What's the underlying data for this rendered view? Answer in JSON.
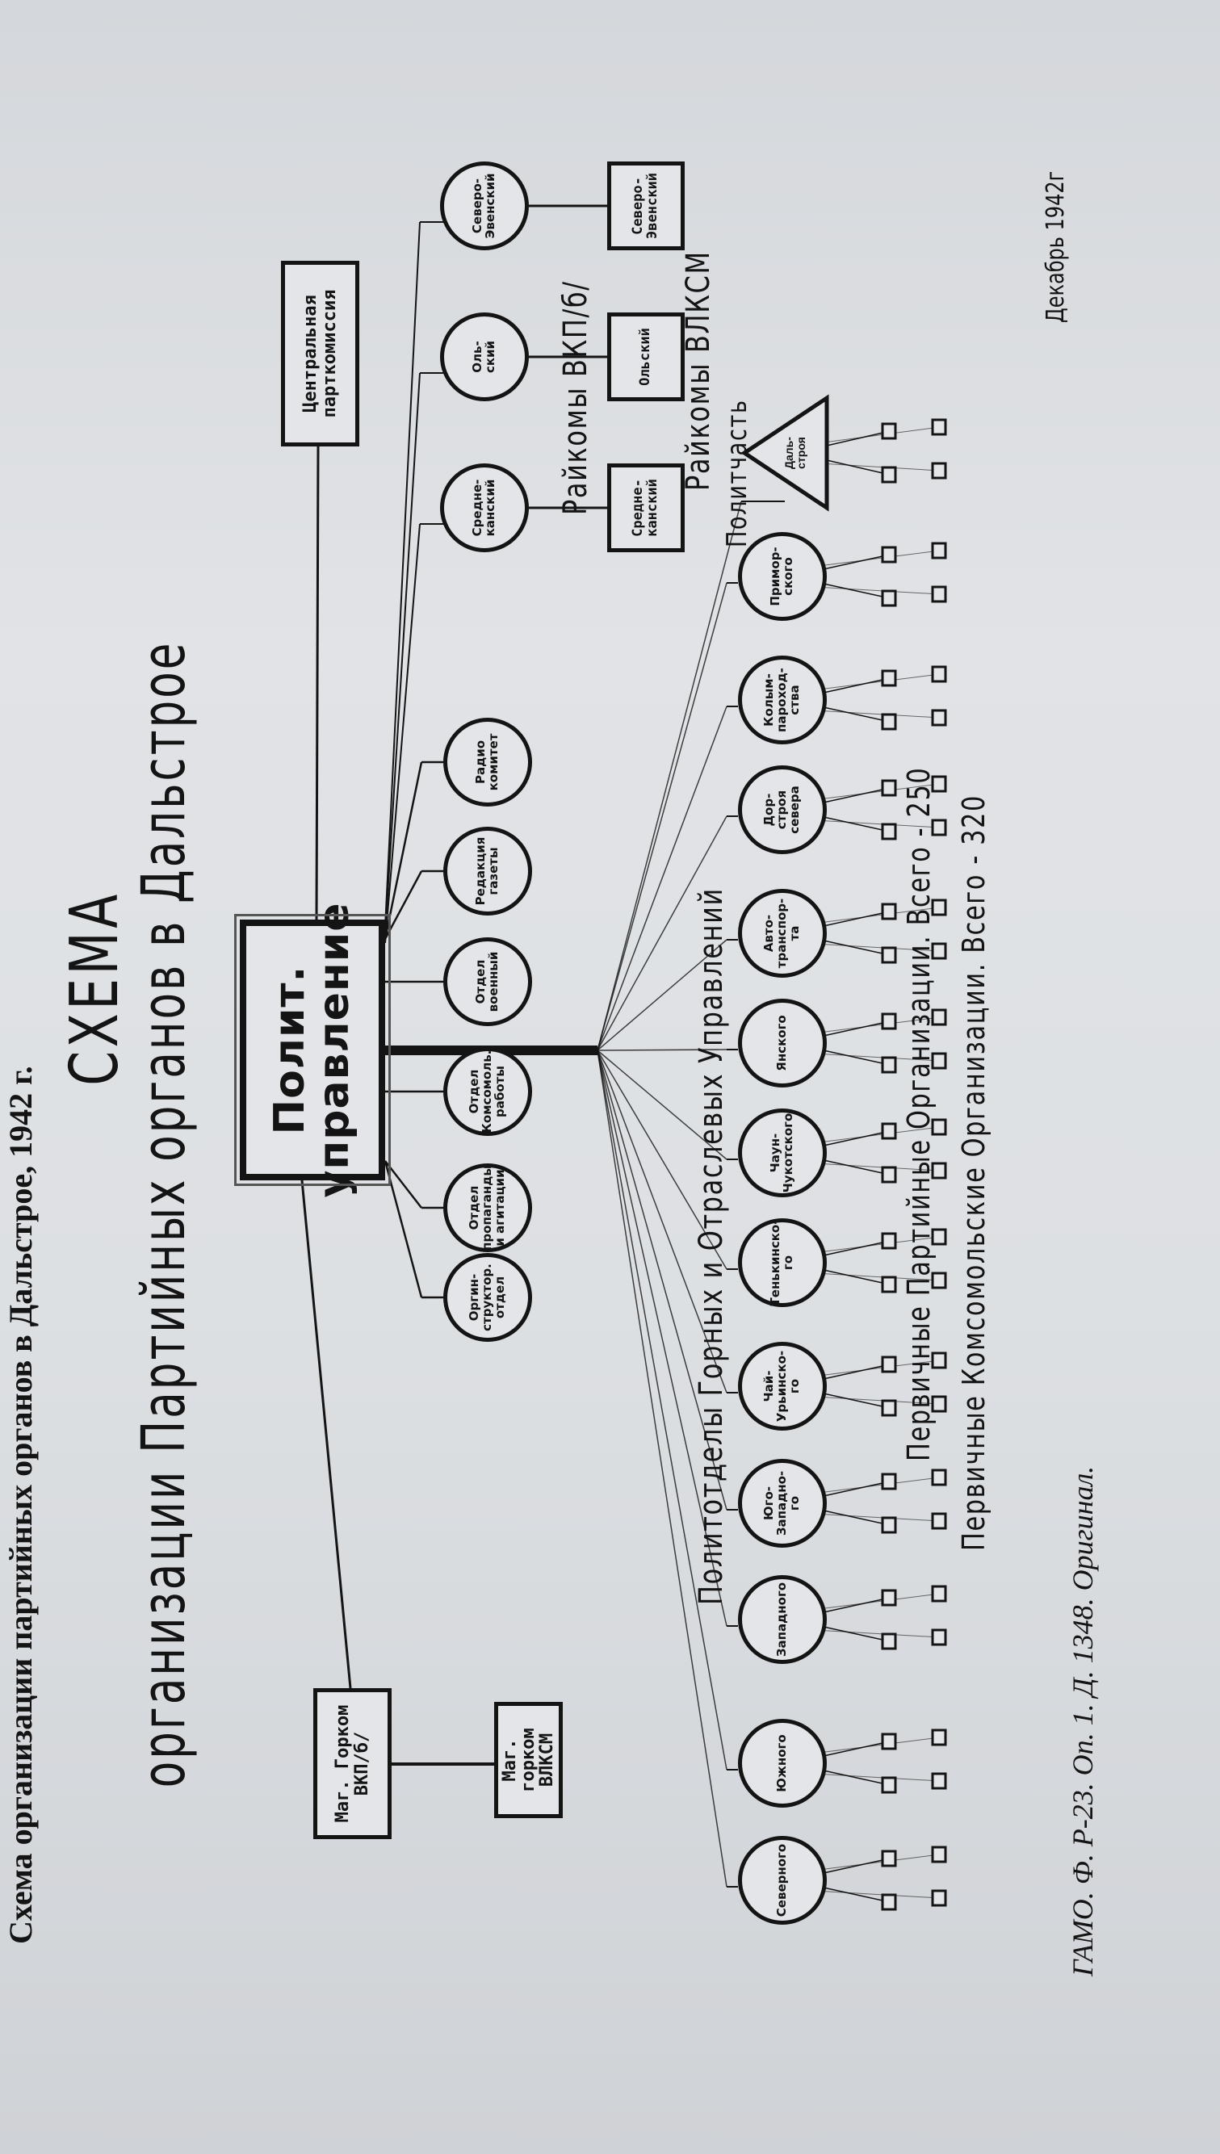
{
  "page_caption": "Схема организации партийных органов в Дальстрое, 1942 г.",
  "title": {
    "line1": "СХЕМА",
    "line2": "организации Партийных органов в Дальстрое"
  },
  "center_box": "Полит.\nуправление",
  "central_commission": "Центральная\nпарткомиссия",
  "gorkom_vkpb": "Маг. Горком\nВКП/б/",
  "gorkom_vlksm": "Маг. горком\nВЛКСМ",
  "departments": [
    "Оргин-\nструктор.\nотдел",
    "Отдел\nпропаганды\nи агитации",
    "Отдел\nКомсомоль.\nработы",
    "Отдел\nвоенный",
    "Редакция\nгазеты",
    "Радио\nкомитет"
  ],
  "raikoms_vkpb": {
    "label": "Райкомы ВКП/б/",
    "items": [
      "Средне-\nканский",
      "Оль-\nский",
      "Северо-\nЭвенский"
    ]
  },
  "raikoms_vlksm": {
    "label": "Райкомы ВЛКСМ",
    "items": [
      "Средне-\nканский",
      "Ольский",
      "Северо-\nЭвенский"
    ]
  },
  "politchast": {
    "label": "Политчасть",
    "item": "Даль-\nстроя"
  },
  "politotdely": {
    "label": "Политотделы Горных и Отраслевых Управлений",
    "items": [
      "Северного",
      "Южного",
      "Западного",
      "Юго-\nЗападно-\nго",
      "Чай-\nУрьинско-\nго",
      "Тенькинско-\nго",
      "Чаун-\nЧукотского",
      "Янского",
      "Авто-\nтранспор-\nта",
      "Дор-\nстроя\nсевера",
      "Колым-\nпароход-\nства",
      "Примор-\nского"
    ]
  },
  "primary_party": "Первичные Партийные Организации. Всего - 250",
  "primary_komsomol": "Первичные Комсомольские Организации. Всего - 320",
  "date": "Декабрь 1942г",
  "source": "ГАМО. Ф. Р-23. Оп. 1. Д. 1348. Оригинал."
}
